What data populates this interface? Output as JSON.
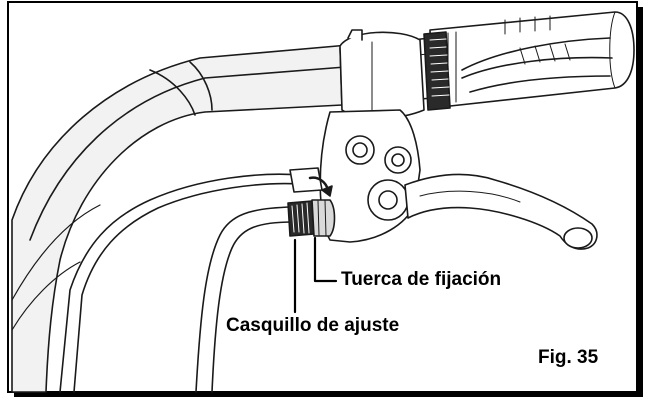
{
  "labels": {
    "locking_nut": "Tuerca de fijación",
    "adjusting_sleeve": "Casquillo de ajuste",
    "figure_number": "Fig. 35"
  },
  "colors": {
    "line": "#1a1a1a",
    "frame_shadow": "#000000",
    "background": "#ffffff",
    "part_fill": "#ffffff",
    "tube_shade": "#e6e6e6",
    "dark_part": "#2a2a2a",
    "grip_shade": "#d9d9d9"
  }
}
